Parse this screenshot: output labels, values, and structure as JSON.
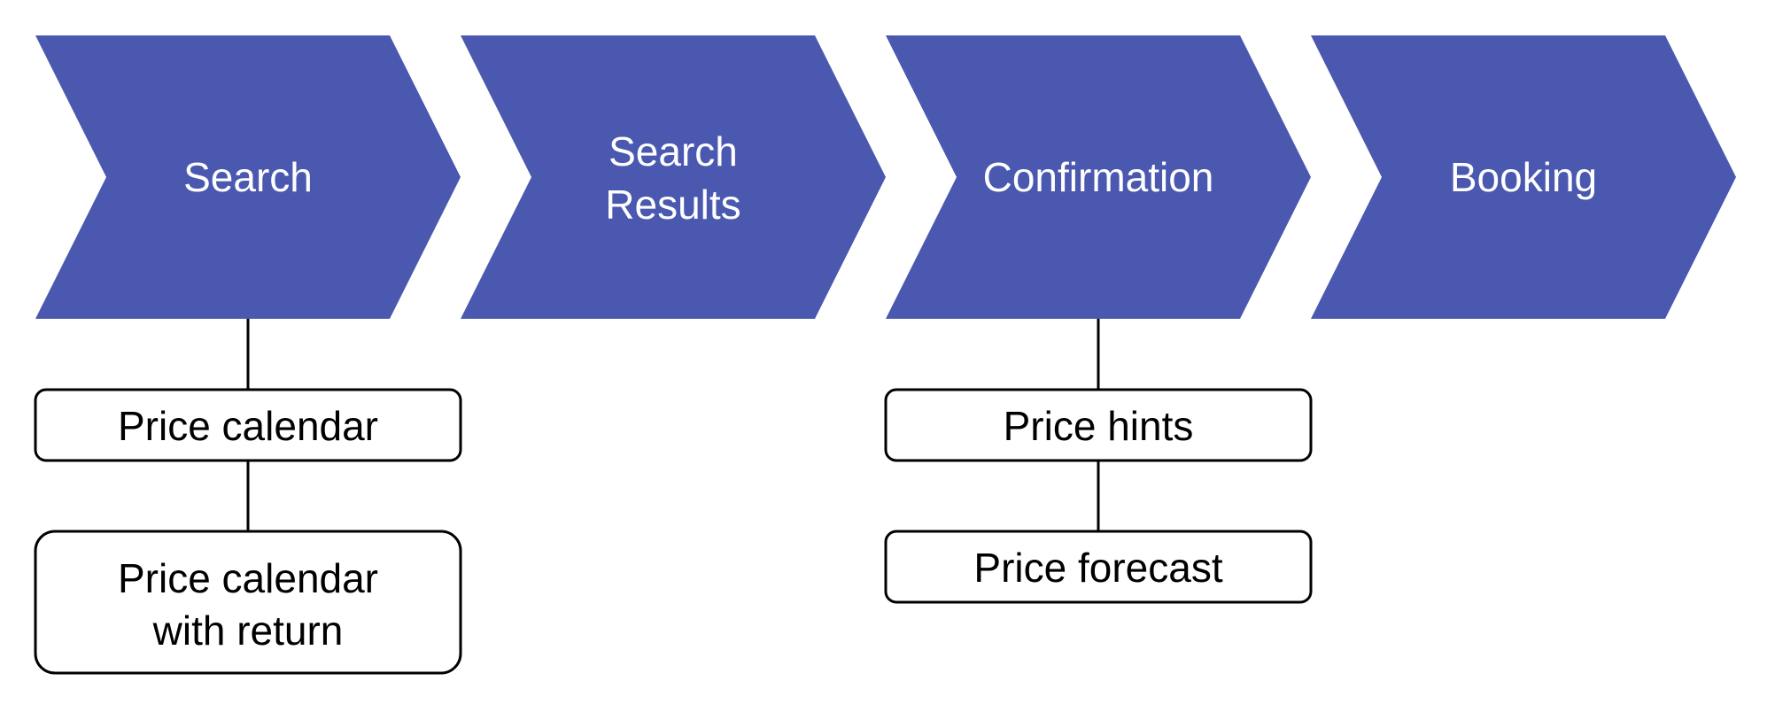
{
  "stages": [
    {
      "id": "search",
      "label_lines": [
        "Search"
      ]
    },
    {
      "id": "search-results",
      "label_lines": [
        "Search",
        "Results"
      ]
    },
    {
      "id": "confirmation",
      "label_lines": [
        "Confirmation"
      ]
    },
    {
      "id": "booking",
      "label_lines": [
        "Booking"
      ]
    }
  ],
  "features": {
    "search": [
      {
        "id": "price-calendar",
        "label_lines": [
          "Price calendar"
        ]
      },
      {
        "id": "price-calendar-with-return",
        "label_lines": [
          "Price calendar",
          "with return"
        ]
      }
    ],
    "confirmation": [
      {
        "id": "price-hints",
        "label_lines": [
          "Price hints"
        ]
      },
      {
        "id": "price-forecast",
        "label_lines": [
          "Price forecast"
        ]
      }
    ]
  },
  "colors": {
    "stage_fill": "#4a58b0",
    "stage_text": "#ffffff",
    "card_border": "#000000",
    "card_text": "#000000"
  }
}
